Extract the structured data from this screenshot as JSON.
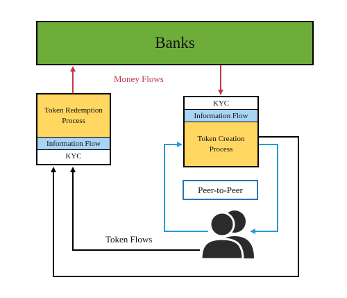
{
  "nodes": {
    "banks": "Banks",
    "redemption": {
      "process": "Token Redemption Process",
      "information_flow": "Information Flow",
      "kyc": "KYC"
    },
    "creation": {
      "kyc": "KYC",
      "information_flow": "Information Flow",
      "process": "Token Creation Process"
    },
    "peer_to_peer": "Peer-to-Peer"
  },
  "edge_labels": {
    "money_flows": "Money Flows",
    "token_flows": "Token Flows"
  },
  "icons": {
    "users": "users-icon"
  },
  "colors": {
    "banks": "#6fad3a",
    "process": "#ffd761",
    "information_flow": "#a9d4f3",
    "money_arrow": "#c0394b",
    "peer_arrow": "#2a9ad6",
    "person": "#2b2b2b"
  }
}
